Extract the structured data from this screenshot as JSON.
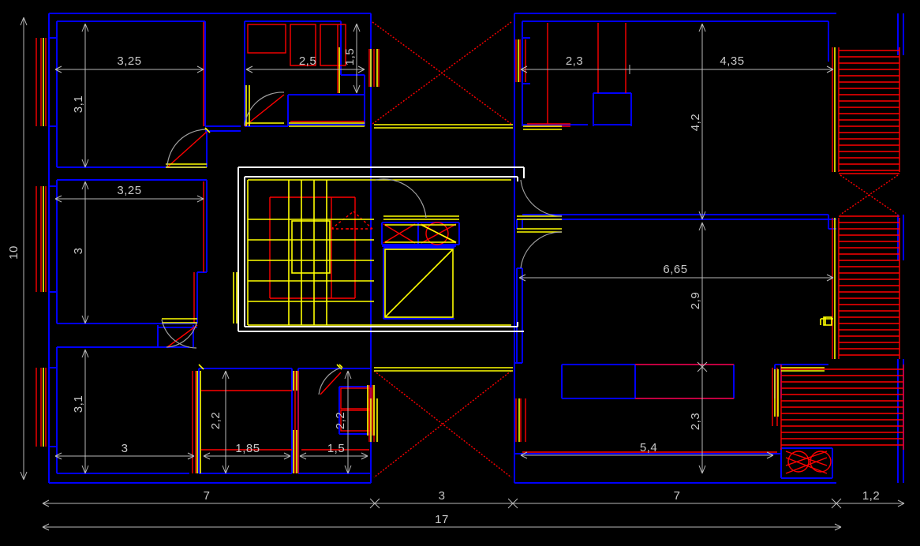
{
  "drawing": {
    "type": "architectural-floor-plan",
    "background_color": "#000000",
    "palette": {
      "walls": "#0000ff",
      "fixtures_hatch": "#ff0000",
      "doors_openings": "#ffff00",
      "stairs_outline": "#ffffff",
      "dimension_lines": "#c0c0c0",
      "dimension_text": "#c8c8c8"
    },
    "overall": {
      "total_width_label": "17",
      "total_height_label": "10"
    }
  },
  "dimensions": {
    "vertical_left_overall": "10",
    "top_left_room_width": "3,25",
    "top_left_room_height": "3,1",
    "kitchen_width": "2,5",
    "kitchen_depth": "1,5",
    "top_right_bath_width": "2,3",
    "top_right_room_width": "4,35",
    "top_right_room_height": "4,2",
    "mid_left_room_width": "3,25",
    "mid_left_room_height": "3",
    "mid_right_room_width": "6,65",
    "mid_right_room_height": "2,9",
    "bottom_left_room_height": "3,1",
    "bottom_left_room_width": "3",
    "bath_a_height": "2,2",
    "bath_a_width": "1,85",
    "bath_b_height": "2,2",
    "bath_b_width": "1,5",
    "bottom_right_height": "2,3",
    "bottom_right_width": "5,4",
    "bottom_chain": [
      "7",
      "3",
      "7",
      "1,2"
    ],
    "bottom_overall": "17"
  },
  "labels": {
    "v_10": "10",
    "h_325_top": "3,25",
    "v_31_top": "3,1",
    "h_25": "2,5",
    "v_15": "1,5",
    "h_23_top": "2,3",
    "h_435": "4,35",
    "v_42": "4,2",
    "h_325_mid": "3,25",
    "v_3_mid": "3",
    "h_665": "6,65",
    "v_29": "2,9",
    "v_31_bot": "3,1",
    "h_3_bot": "3",
    "v_22_a": "2,2",
    "h_185": "1,85",
    "v_22_b": "2,2",
    "h_15": "1,5",
    "v_23_bot": "2,3",
    "h_54": "5,4",
    "chain_7a": "7",
    "chain_3": "3",
    "chain_7b": "7",
    "chain_12": "1,2",
    "overall_17": "17"
  }
}
